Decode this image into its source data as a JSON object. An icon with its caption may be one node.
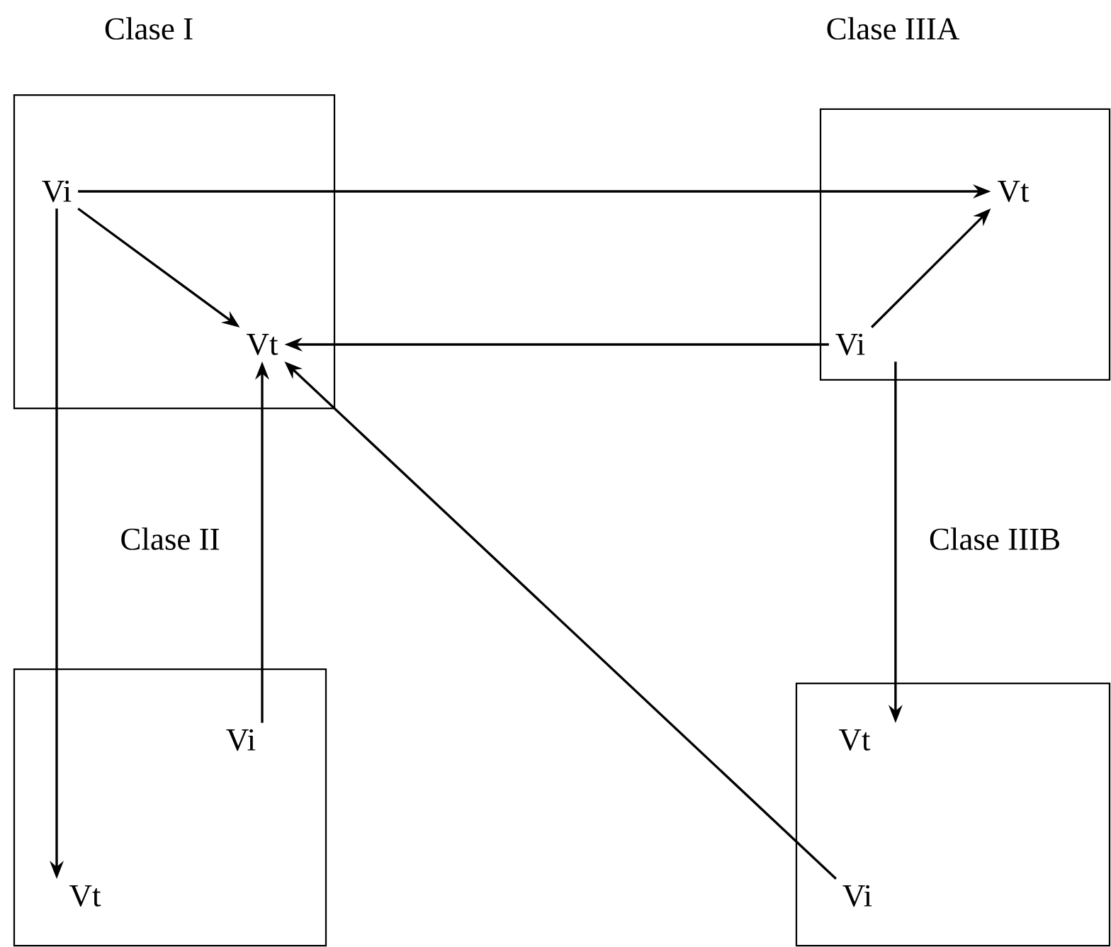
{
  "diagram": {
    "nodes": [
      {
        "text": [
          "Clase I"
        ]
      },
      {
        "text": [
          "Vi"
        ],
        "in": 0
      },
      {
        "text": [
          "Vt"
        ],
        "in": 0
      },
      {
        "text": [
          "Clase IIIA"
        ]
      },
      {
        "text": [
          "Vt"
        ],
        "in": 3
      },
      {
        "text": [
          "Vi"
        ],
        "in": 3
      },
      {
        "text": [
          "Clase II"
        ]
      },
      {
        "text": [
          "Vi"
        ],
        "in": 6
      },
      {
        "text": [
          "Vt"
        ],
        "in": 6
      },
      {
        "text": [
          "Clase IIIB"
        ]
      },
      {
        "text": [
          "Vt"
        ],
        "in": 9
      },
      {
        "text": [
          "Vi"
        ],
        "in": 9
      }
    ],
    "edges": [
      {
        "from": 1,
        "to": 4,
        "arrow": "to"
      },
      {
        "from": 1,
        "to": 2,
        "arrow": "to"
      },
      {
        "from": 1,
        "to": 8,
        "arrow": "to"
      },
      {
        "from": 5,
        "to": 2,
        "arrow": "to"
      },
      {
        "from": 5,
        "to": 4,
        "arrow": "to"
      },
      {
        "from": 5,
        "to": 10,
        "arrow": "to"
      },
      {
        "from": 7,
        "to": 2,
        "arrow": "to"
      },
      {
        "from": 11,
        "to": 2,
        "arrow": "to"
      }
    ]
  }
}
